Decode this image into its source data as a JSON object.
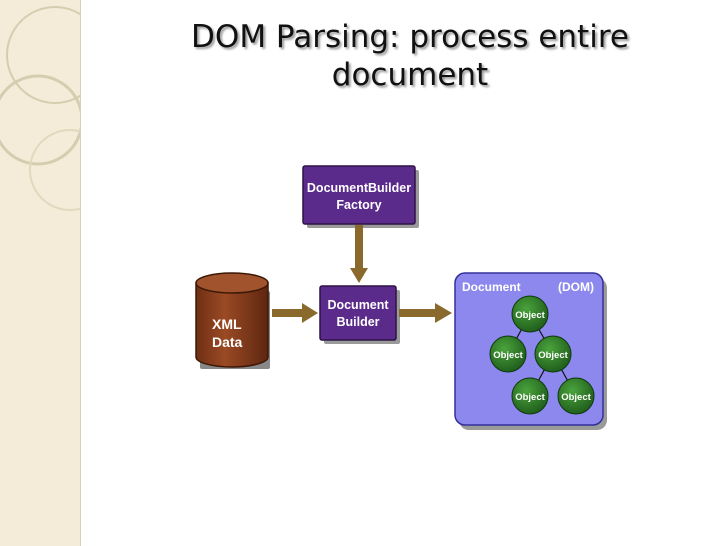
{
  "slide": {
    "title_line1": "DOM Parsing: process entire",
    "title_line2": "document"
  },
  "diagram": {
    "factory": {
      "line1": "DocumentBuilder",
      "line2": "Factory"
    },
    "builder": {
      "line1": "Document",
      "line2": "Builder"
    },
    "xml": {
      "line1": "XML",
      "line2": "Data"
    },
    "dom_panel": {
      "left_label": "Document",
      "right_label": "(DOM)"
    },
    "nodes": [
      "Object",
      "Object",
      "Object",
      "Object",
      "Object"
    ]
  },
  "colors": {
    "purple_box": "#5b2b8c",
    "cylinder": "#8b3f1f",
    "dom_panel": "#8c88ee",
    "node": "#2f7a2a",
    "arrow": "#8a6a2c",
    "left_band": "#f4ecd8"
  }
}
